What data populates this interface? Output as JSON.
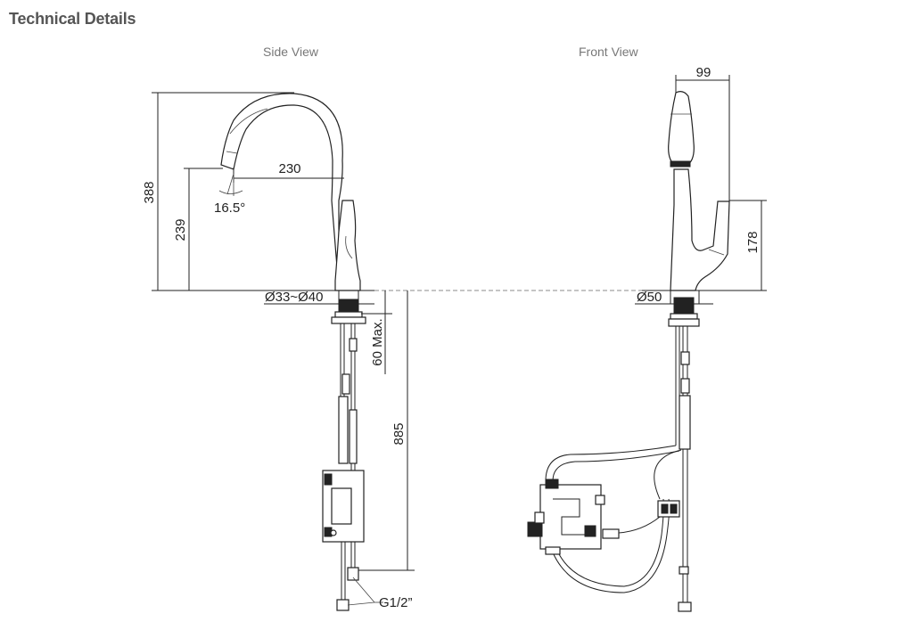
{
  "header": {
    "title": "Technical Details"
  },
  "views": {
    "side": "Side View",
    "front": "Front View"
  },
  "dimensions": {
    "overall_height": "388",
    "spout_height": "239",
    "reach": "230",
    "angle": "16.5°",
    "base_diameter_range": "Ø33~Ø40",
    "deck_thickness": "60 Max.",
    "hose_length": "885",
    "connection": "G1/2”",
    "front_width": "99",
    "handle_height": "178",
    "front_base_diameter": "Ø50"
  }
}
